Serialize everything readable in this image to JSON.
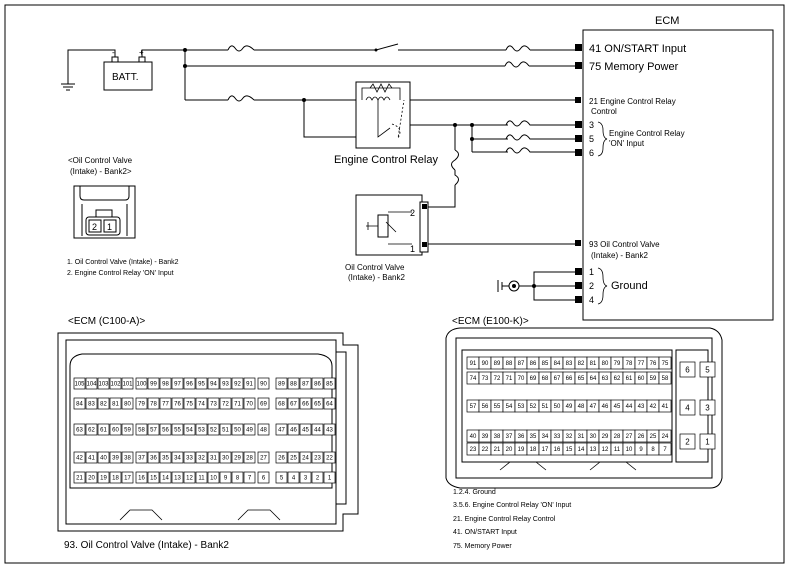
{
  "ecm": {
    "title": "ECM",
    "pin41": "41 ON/START Input",
    "pin75": "75 Memory Power",
    "pin21a": "21 Engine Control Relay",
    "pin21b": "Control",
    "pins356": [
      "3",
      "5",
      "6"
    ],
    "relay_on_a": "Engine Control Relay",
    "relay_on_b": "'ON' Input",
    "pin93a": "93   Oil Control Valve",
    "pin93b": "(Intake) - Bank2",
    "ground_pins": [
      "1",
      "2",
      "4"
    ],
    "ground_label": "Ground"
  },
  "batt": {
    "label": "BATT.",
    "minus": "-",
    "plus": "+"
  },
  "relay": {
    "label": "Engine Control Relay"
  },
  "ocv": {
    "label_a": "Oil Control Valve",
    "label_b": "(Intake) - Bank2",
    "pin_top": "2",
    "pin_bottom": "1"
  },
  "connector_view": {
    "title_a": "<Oil Control Valve",
    "title_b": "(Intake) - Bank2>",
    "pins": [
      "2",
      "1"
    ],
    "notes": [
      "1. Oil Control Valve (Intake) - Bank2",
      "2. Engine Control Relay 'ON' Input"
    ]
  },
  "c100": {
    "title": "<ECM (C100-A)>",
    "rows": [
      [
        "105",
        "104",
        "103",
        "102",
        "101",
        "100",
        "99",
        "98",
        "97",
        "96",
        "95",
        "94",
        "93",
        "92",
        "91",
        "90",
        "89",
        "88",
        "87",
        "86",
        "85"
      ],
      [
        "84",
        "83",
        "82",
        "81",
        "80",
        "79",
        "78",
        "77",
        "76",
        "75",
        "74",
        "73",
        "72",
        "71",
        "70",
        "69",
        "68",
        "67",
        "66",
        "65",
        "64"
      ],
      [
        "63",
        "62",
        "61",
        "60",
        "59",
        "58",
        "57",
        "56",
        "55",
        "54",
        "53",
        "52",
        "51",
        "50",
        "49",
        "48",
        "47",
        "46",
        "45",
        "44",
        "43"
      ],
      [
        "42",
        "41",
        "40",
        "39",
        "38",
        "37",
        "36",
        "35",
        "34",
        "33",
        "32",
        "31",
        "30",
        "29",
        "28",
        "27",
        "26",
        "25",
        "24",
        "23",
        "22"
      ],
      [
        "21",
        "20",
        "19",
        "18",
        "17",
        "16",
        "15",
        "14",
        "13",
        "12",
        "11",
        "10",
        "9",
        "8",
        "7",
        "6",
        "5",
        "4",
        "3",
        "2",
        "1"
      ]
    ],
    "caption": "93. Oil Control Valve (Intake) - Bank2"
  },
  "e100": {
    "title": "<ECM (E100-K)>",
    "rows": [
      [
        "91",
        "90",
        "89",
        "88",
        "87",
        "86",
        "85",
        "84",
        "83",
        "82",
        "81",
        "80",
        "79",
        "78",
        "77",
        "76",
        "75"
      ],
      [
        "74",
        "73",
        "72",
        "71",
        "70",
        "69",
        "68",
        "67",
        "66",
        "65",
        "64",
        "63",
        "62",
        "61",
        "60",
        "59",
        "58"
      ],
      [
        "57",
        "56",
        "55",
        "54",
        "53",
        "52",
        "51",
        "50",
        "49",
        "48",
        "47",
        "46",
        "45",
        "44",
        "43",
        "42",
        "41"
      ],
      [
        "40",
        "39",
        "38",
        "37",
        "36",
        "35",
        "34",
        "33",
        "32",
        "31",
        "30",
        "29",
        "28",
        "27",
        "26",
        "25",
        "24"
      ],
      [
        "23",
        "22",
        "21",
        "20",
        "19",
        "18",
        "17",
        "16",
        "15",
        "14",
        "13",
        "12",
        "11",
        "10",
        "9",
        "8",
        "7"
      ]
    ],
    "side_pins": [
      [
        "6",
        "5"
      ],
      [
        "4",
        "3"
      ],
      [
        "2",
        "1"
      ]
    ],
    "notes": [
      "1.2.4. Ground",
      "3.5.6. Engine Control Relay 'ON' Input",
      "21. Engine Control Relay Control",
      "41. ON/START Input",
      "75. Memory Power"
    ]
  }
}
